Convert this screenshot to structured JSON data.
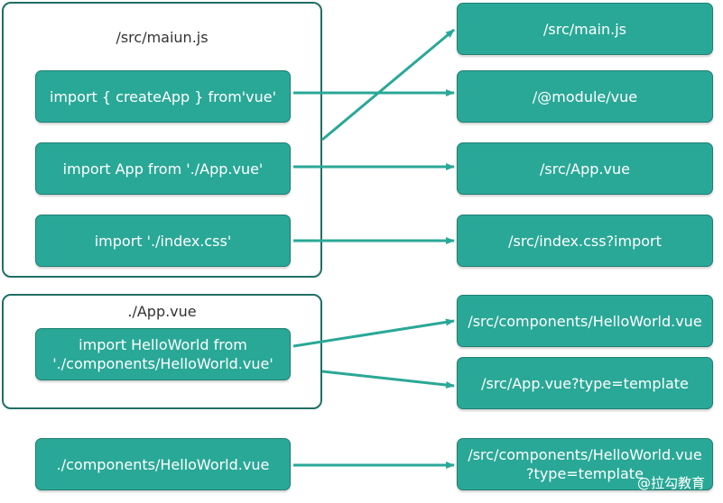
{
  "colors": {
    "node_fill": "#2aa897",
    "group_border": "#1f6f64",
    "arrow": "#2aa897"
  },
  "groups": {
    "main": {
      "title": "/src/maiun.js"
    },
    "app": {
      "title": "./App.vue"
    }
  },
  "sources": {
    "import_create_app": "import { createApp } from'vue'",
    "import_app": "import App from './App.vue'",
    "import_css": "import './index.css'",
    "import_helloworld": "import HelloWorld  from\n'./components/HelloWorld.vue'",
    "components_helloworld": "./components/HelloWorld.vue"
  },
  "targets": {
    "main_js": "/src/main.js",
    "module_vue": "/@module/vue",
    "app_vue": "/src/App.vue",
    "index_css": "/src/index.css?import",
    "helloworld_vue": "/src/components/HelloWorld.vue",
    "app_template": "/src/App.vue?type=template",
    "helloworld_template": "/src/components/HelloWorld.vue\n?type=template"
  },
  "watermark": "@拉勾教育"
}
